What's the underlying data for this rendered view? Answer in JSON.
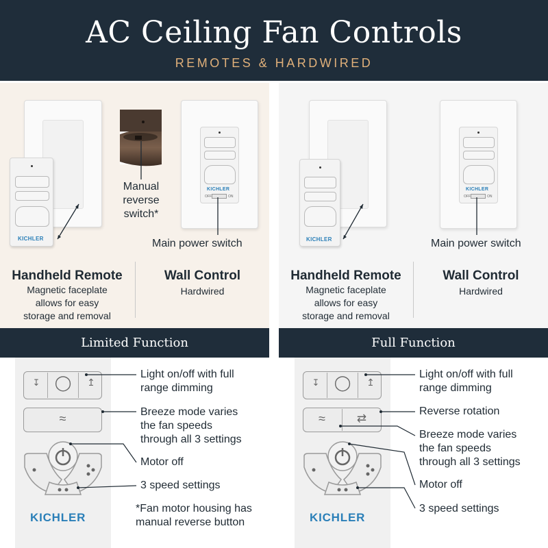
{
  "header": {
    "title": "AC Ceiling Fan Controls",
    "subtitle": "REMOTES & HARDWIRED"
  },
  "left": {
    "manual_reverse": "Manual reverse switch*",
    "main_power": "Main power switch",
    "handheld_heading": "Handheld Remote",
    "handheld_desc": [
      "Magnetic faceplate",
      "allows for easy",
      "storage and removal"
    ],
    "wall_heading": "Wall Control",
    "wall_desc": "Hardwired",
    "band": "Limited Function",
    "callouts": {
      "light": [
        "Light on/off with full",
        "range dimming"
      ],
      "breeze": [
        "Breeze mode varies",
        "the fan speeds",
        "through all 3 settings"
      ],
      "motor_off": "Motor off",
      "speeds": "3 speed settings",
      "footnote": [
        "*Fan motor housing has",
        "manual reverse button"
      ]
    }
  },
  "right": {
    "main_power": "Main power switch",
    "handheld_heading": "Handheld Remote",
    "handheld_desc": [
      "Magnetic faceplate",
      "allows for easy",
      "storage and removal"
    ],
    "wall_heading": "Wall Control",
    "wall_desc": "Hardwired",
    "band": "Full Function",
    "callouts": {
      "light": [
        "Light on/off with full",
        "range dimming"
      ],
      "reverse": "Reverse rotation",
      "breeze": [
        "Breeze mode varies",
        "the fan speeds",
        "through all 3 settings"
      ],
      "motor_off": "Motor off",
      "speeds": "3 speed settings"
    }
  },
  "brand": "KICHLER",
  "switch_labels": {
    "off": "OFF",
    "on": "ON"
  },
  "icons": [
    "power-icon",
    "bulb-icon",
    "breeze-icon",
    "reverse-icon",
    "dim-down-icon",
    "dim-up-icon",
    "speed-dots-icon"
  ],
  "colors": {
    "header_bg": "#1f2d3a",
    "subtitle": "#e0b07a",
    "brand_blue": "#2a7fb8",
    "panel_warm": "#f7f1ea"
  }
}
